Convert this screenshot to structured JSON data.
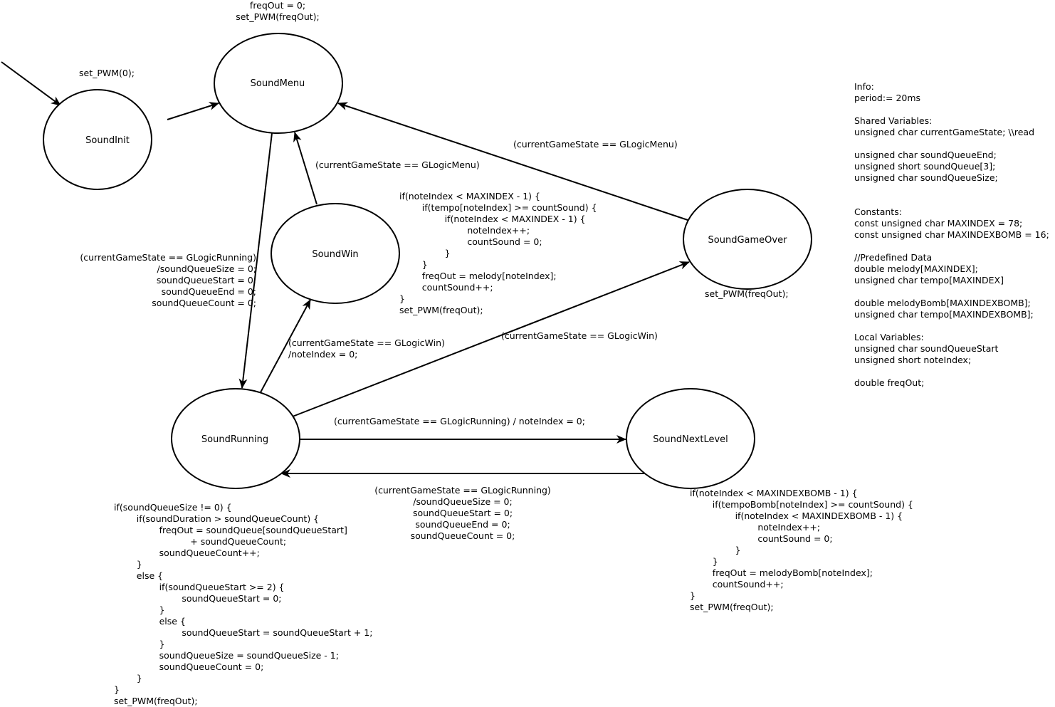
{
  "states": [
    {
      "id": "sound-init",
      "label": "SoundInit"
    },
    {
      "id": "sound-menu",
      "label": "SoundMenu"
    },
    {
      "id": "sound-win",
      "label": "SoundWin"
    },
    {
      "id": "sound-game-over",
      "label": "SoundGameOver"
    },
    {
      "id": "sound-running",
      "label": "SoundRunning"
    },
    {
      "id": "sound-next-level",
      "label": "SoundNextLevel"
    }
  ],
  "actions": {
    "init": "set_PWM(0);",
    "menu": "freqOut = 0;\nset_PWM(freqOut);",
    "game_over": "set_PWM(freqOut);",
    "win": "if(noteIndex < MAXINDEX - 1) {\n        if(tempo[noteIndex] >= countSound) {\n                if(noteIndex < MAXINDEX - 1) {\n                        noteIndex++;\n                        countSound = 0;\n                }\n        }\n        freqOut = melody[noteIndex];\n        countSound++;\n}\nset_PWM(freqOut);",
    "running": "if(soundQueueSize != 0) {\n        if(soundDuration > soundQueueCount) {\n                freqOut = soundQueue[soundQueueStart]\n                           + soundQueueCount;\n                soundQueueCount++;\n        }\n        else {\n                if(soundQueueStart >= 2) {\n                        soundQueueStart = 0;\n                }\n                else {\n                        soundQueueStart = soundQueueStart + 1;\n                }\n                soundQueueSize = soundQueueSize - 1;\n                soundQueueCount = 0;\n        }\n}\nset_PWM(freqOut);",
    "next_level": "if(noteIndex < MAXINDEXBOMB - 1) {\n        if(tempoBomb[noteIndex] >= countSound) {\n                if(noteIndex < MAXINDEXBOMB - 1) {\n                        noteIndex++;\n                        countSound = 0;\n                }\n        }\n        freqOut = melodyBomb[noteIndex];\n        countSound++;\n}\nset_PWM(freqOut);"
  },
  "transitions": {
    "menu_to_running": "(currentGameState == GLogicRunning)\n/soundQueueSize = 0;\nsoundQueueStart = 0;\nsoundQueueEnd = 0;\nsoundQueueCount = 0;",
    "win_to_menu": "(currentGameState == GLogicMenu)",
    "gameover_to_menu": "(currentGameState == GLogicMenu)",
    "running_to_win": "(currentGameState == GLogicWin)\n/noteIndex = 0;",
    "running_to_gameover": "(currentGameState == GLogicWin)",
    "running_to_nextlevel": "(currentGameState == GLogicRunning) / noteIndex = 0;",
    "nextlevel_to_running": "(currentGameState == GLogicRunning)\n/soundQueueSize = 0;\nsoundQueueStart = 0;\nsoundQueueEnd = 0;\nsoundQueueCount = 0;"
  },
  "info_panel": "Info:\nperiod:= 20ms\n\nShared Variables:\nunsigned char currentGameState; \\\\read\n\nunsigned char soundQueueEnd;\nunsigned short soundQueue[3];\nunsigned char soundQueueSize;\n\n\nConstants:\nconst unsigned char MAXINDEX = 78;\nconst unsigned char MAXINDEXBOMB = 16;\n\n//Predefined Data\ndouble melody[MAXINDEX];\nunsigned char tempo[MAXINDEX]\n\ndouble melodyBomb[MAXINDEXBOMB];\nunsigned char tempo[MAXINDEXBOMB];\n\nLocal Variables:\nunsigned char soundQueueStart\nunsigned short noteIndex;\n\ndouble freqOut;"
}
